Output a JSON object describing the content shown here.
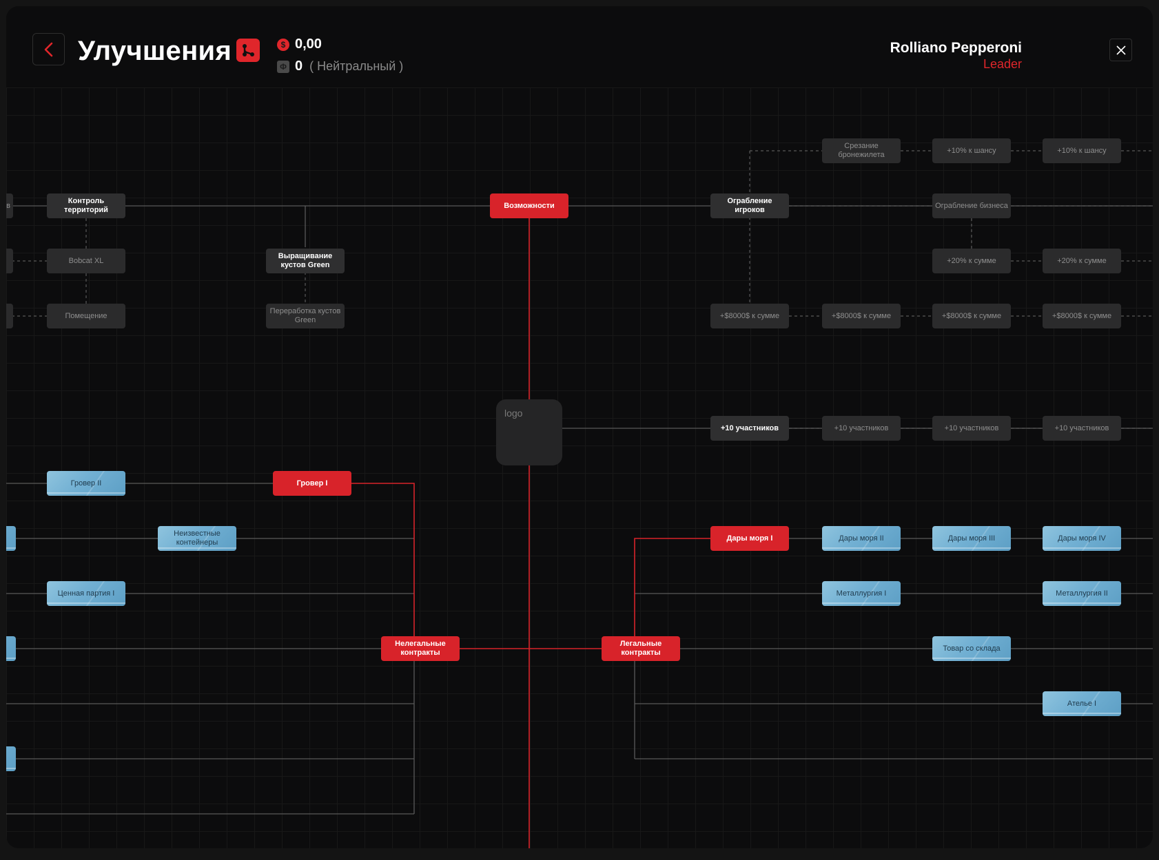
{
  "header": {
    "title": "Улучшения",
    "money": "0,00",
    "money_icon": "dollar-icon",
    "reputation": "0",
    "reputation_status": "( Нейтральный )",
    "reputation_icon": "phi-icon",
    "player_name": "Rolliano Pepperoni",
    "player_role": "Leader"
  },
  "logo_alt": "logo",
  "colors": {
    "accent": "#d8232a",
    "node_dark": "#2b2b2c",
    "node_blue": "#79b6d8",
    "background": "#0c0c0d"
  },
  "nodes": {
    "left_cut_1": "ов",
    "kontrol": "Контроль территорий",
    "bobcat": "Bobcat XL",
    "pomeshchenie": "Помещение",
    "vyrashchivanie": "Выращивание кустов Green",
    "pererabotka": "Переработка кустов Green",
    "vozmozhnosti": "Возможности",
    "ograblenie_igrokov": "Ограбление игроков",
    "srezanie": "Срезание бронежилета",
    "shans_1": "+10% к шансу",
    "shans_2": "+10% к шансу",
    "ograblenie_biznesa": "Ограбление бизнеса",
    "summa20_1": "+20% к сумме",
    "summa20_2": "+20% к сумме",
    "summa8000_1": "+$8000$ к сумме",
    "summa8000_2": "+$8000$ к сумме",
    "summa8000_3": "+$8000$ к сумме",
    "summa8000_4": "+$8000$ к сумме",
    "uchastniki_1": "+10 участников",
    "uchastniki_2": "+10 участников",
    "uchastniki_3": "+10 участников",
    "uchastniki_4": "+10 участников",
    "grover_2": "Гровер II",
    "grover_1": "Гровер I",
    "neizvestnye": "Неизвестные контейнеры",
    "cennaya": "Ценная партия I",
    "nelegalnye": "Нелегальные контракты",
    "legalnye": "Легальные контракты",
    "dary_1": "Дары моря I",
    "dary_2": "Дары моря II",
    "dary_3": "Дары моря III",
    "dary_4": "Дары моря IV",
    "metall_1": "Металлургия I",
    "metall_2": "Металлургия II",
    "tovar": "Товар со склада",
    "atele": "Ателье I"
  }
}
